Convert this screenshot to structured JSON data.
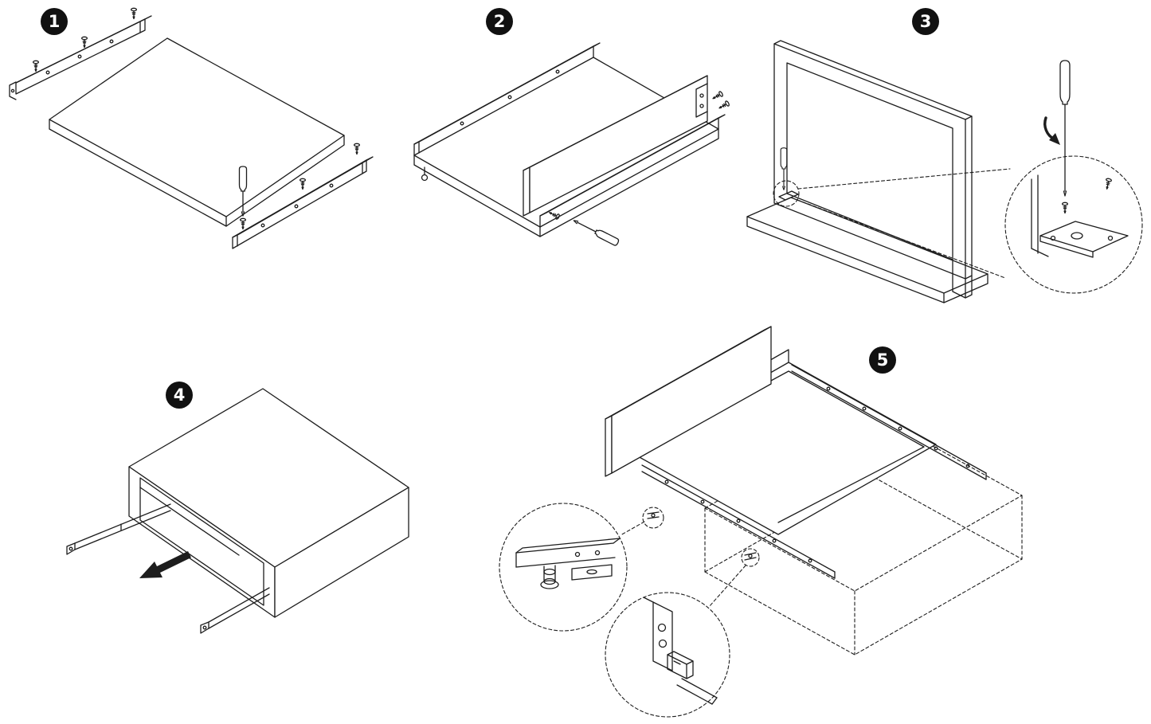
{
  "page": {
    "background": "#ffffff"
  },
  "colors": {
    "line": "#1d1d1d",
    "badge_bg": "#111111",
    "badge_text": "#ffffff"
  },
  "steps": [
    {
      "number": "1"
    },
    {
      "number": "2"
    },
    {
      "number": "3"
    },
    {
      "number": "4"
    },
    {
      "number": "5"
    }
  ],
  "icons": {
    "screwdriver": "screwdriver-icon",
    "screw": "screw-icon",
    "pull_direction_arrow": "filled-left-arrow",
    "rotation_arrow": "curved-arrow",
    "detail_callout": "dashed-magnifier-circle"
  }
}
